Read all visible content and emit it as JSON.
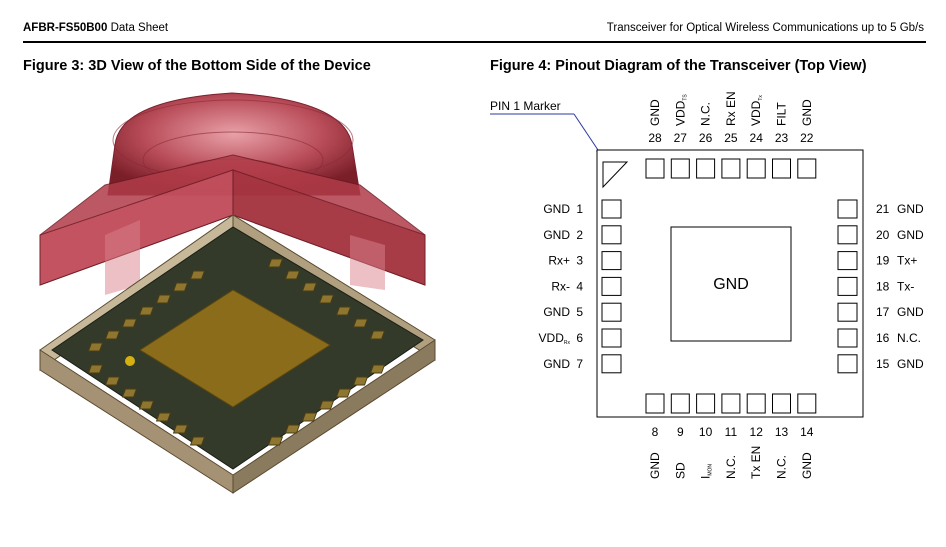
{
  "header": {
    "part_number": "AFBR-FS50B00",
    "doc_type": "Data Sheet",
    "subtitle": "Transceiver for Optical Wireless Communications up to 5 Gb/s"
  },
  "figure3": {
    "title": "Figure 3:  3D View of the Bottom Side of the Device"
  },
  "figure4": {
    "title": "Figure 4:  Pinout Diagram of the Transceiver (Top View)",
    "pin1_marker": "PIN 1 Marker",
    "center_pad": "GND",
    "left_pins": [
      {
        "num": "1",
        "name": "GND"
      },
      {
        "num": "2",
        "name": "GND"
      },
      {
        "num": "3",
        "name": "Rx+"
      },
      {
        "num": "4",
        "name": "Rx-"
      },
      {
        "num": "5",
        "name": "GND"
      },
      {
        "num": "6",
        "name": "VDD",
        "sub": "Rx"
      },
      {
        "num": "7",
        "name": "GND"
      }
    ],
    "right_pins": [
      {
        "num": "21",
        "name": "GND"
      },
      {
        "num": "20",
        "name": "GND"
      },
      {
        "num": "19",
        "name": "Tx+"
      },
      {
        "num": "18",
        "name": "Tx-"
      },
      {
        "num": "17",
        "name": "GND"
      },
      {
        "num": "16",
        "name": "N.C."
      },
      {
        "num": "15",
        "name": "GND"
      }
    ],
    "top_pins": [
      {
        "num": "28",
        "name": "GND"
      },
      {
        "num": "27",
        "name": "VDD",
        "sub": "TS"
      },
      {
        "num": "26",
        "name": "N.C."
      },
      {
        "num": "25",
        "name": "Rx EN"
      },
      {
        "num": "24",
        "name": "VDD",
        "sub": "Tx"
      },
      {
        "num": "23",
        "name": "FILT"
      },
      {
        "num": "22",
        "name": "GND"
      }
    ],
    "bottom_pins": [
      {
        "num": "8",
        "name": "GND"
      },
      {
        "num": "9",
        "name": "SD"
      },
      {
        "num": "10",
        "name": "I",
        "sub": "MON"
      },
      {
        "num": "11",
        "name": "N.C."
      },
      {
        "num": "12",
        "name": "Tx EN"
      },
      {
        "num": "13",
        "name": "N.C."
      },
      {
        "num": "14",
        "name": "GND"
      }
    ]
  }
}
